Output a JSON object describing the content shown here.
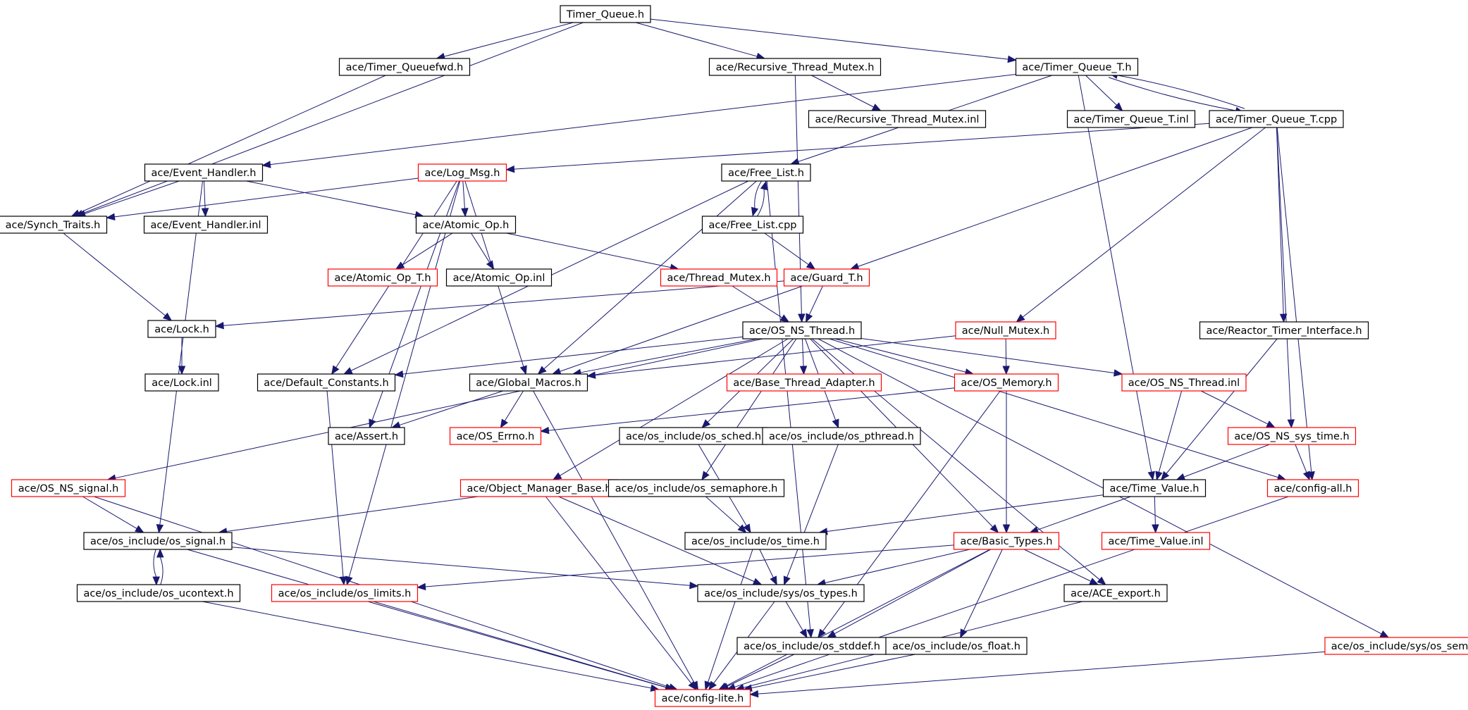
{
  "colors": {
    "edge": "#191970",
    "border_default": "#000000",
    "border_incomplete": "#ff0000",
    "root_fill": "#bfbfbf",
    "node_fill": "#ffffff"
  },
  "nodes": [
    {
      "id": "timer_queue_h",
      "label": "Timer_Queue.h",
      "root": true
    },
    {
      "id": "timer_queuefwd_h",
      "label": "ace/Timer_Queuefwd.h"
    },
    {
      "id": "recursive_thread_mutex_h",
      "label": "ace/Recursive_Thread_Mutex.h"
    },
    {
      "id": "timer_queue_t_h",
      "label": "ace/Timer_Queue_T.h"
    },
    {
      "id": "recursive_thread_mutex_inl",
      "label": "ace/Recursive_Thread_Mutex.inl"
    },
    {
      "id": "timer_queue_t_inl",
      "label": "ace/Timer_Queue_T.inl"
    },
    {
      "id": "timer_queue_t_cpp",
      "label": "ace/Timer_Queue_T.cpp"
    },
    {
      "id": "event_handler_h",
      "label": "ace/Event_Handler.h"
    },
    {
      "id": "log_msg_h",
      "label": "ace/Log_Msg.h",
      "incomplete": true
    },
    {
      "id": "free_list_h",
      "label": "ace/Free_List.h"
    },
    {
      "id": "synch_traits_h",
      "label": "ace/Synch_Traits.h"
    },
    {
      "id": "event_handler_inl",
      "label": "ace/Event_Handler.inl"
    },
    {
      "id": "atomic_op_h",
      "label": "ace/Atomic_Op.h"
    },
    {
      "id": "free_list_cpp",
      "label": "ace/Free_List.cpp"
    },
    {
      "id": "atomic_op_t_h",
      "label": "ace/Atomic_Op_T.h",
      "incomplete": true
    },
    {
      "id": "atomic_op_inl",
      "label": "ace/Atomic_Op.inl"
    },
    {
      "id": "thread_mutex_h",
      "label": "ace/Thread_Mutex.h",
      "incomplete": true
    },
    {
      "id": "guard_t_h",
      "label": "ace/Guard_T.h",
      "incomplete": true
    },
    {
      "id": "lock_h",
      "label": "ace/Lock.h"
    },
    {
      "id": "os_ns_thread_h",
      "label": "ace/OS_NS_Thread.h"
    },
    {
      "id": "null_mutex_h",
      "label": "ace/Null_Mutex.h",
      "incomplete": true
    },
    {
      "id": "reactor_timer_interface_h",
      "label": "ace/Reactor_Timer_Interface.h"
    },
    {
      "id": "lock_inl",
      "label": "ace/Lock.inl"
    },
    {
      "id": "default_constants_h",
      "label": "ace/Default_Constants.h"
    },
    {
      "id": "global_macros_h",
      "label": "ace/Global_Macros.h"
    },
    {
      "id": "base_thread_adapter_h",
      "label": "ace/Base_Thread_Adapter.h",
      "incomplete": true
    },
    {
      "id": "os_memory_h",
      "label": "ace/OS_Memory.h",
      "incomplete": true
    },
    {
      "id": "os_ns_thread_inl",
      "label": "ace/OS_NS_Thread.inl",
      "incomplete": true
    },
    {
      "id": "assert_h",
      "label": "ace/Assert.h"
    },
    {
      "id": "os_errno_h",
      "label": "ace/OS_Errno.h",
      "incomplete": true
    },
    {
      "id": "os_sched_h",
      "label": "ace/os_include/os_sched.h"
    },
    {
      "id": "os_pthread_h",
      "label": "ace/os_include/os_pthread.h"
    },
    {
      "id": "os_ns_sys_time_h",
      "label": "ace/OS_NS_sys_time.h",
      "incomplete": true
    },
    {
      "id": "os_ns_signal_h",
      "label": "ace/OS_NS_signal.h",
      "incomplete": true
    },
    {
      "id": "object_manager_base_h",
      "label": "ace/Object_Manager_Base.h",
      "incomplete": true
    },
    {
      "id": "os_semaphore_h",
      "label": "ace/os_include/os_semaphore.h"
    },
    {
      "id": "time_value_h",
      "label": "ace/Time_Value.h"
    },
    {
      "id": "config_all_h",
      "label": "ace/config-all.h",
      "incomplete": true
    },
    {
      "id": "os_signal_h",
      "label": "ace/os_include/os_signal.h"
    },
    {
      "id": "os_time_h",
      "label": "ace/os_include/os_time.h"
    },
    {
      "id": "basic_types_h",
      "label": "ace/Basic_Types.h",
      "incomplete": true
    },
    {
      "id": "time_value_inl",
      "label": "ace/Time_Value.inl",
      "incomplete": true
    },
    {
      "id": "os_ucontext_h",
      "label": "ace/os_include/os_ucontext.h"
    },
    {
      "id": "os_limits_h",
      "label": "ace/os_include/os_limits.h",
      "incomplete": true
    },
    {
      "id": "sys_os_types_h",
      "label": "ace/os_include/sys/os_types.h"
    },
    {
      "id": "ace_export_h",
      "label": "ace/ACE_export.h"
    },
    {
      "id": "os_stddef_h",
      "label": "ace/os_include/os_stddef.h"
    },
    {
      "id": "os_float_h",
      "label": "ace/os_include/os_float.h"
    },
    {
      "id": "sys_os_sem_h",
      "label": "ace/os_include/sys/os_sem.h",
      "incomplete": true
    },
    {
      "id": "config_lite_h",
      "label": "ace/config-lite.h",
      "incomplete": true
    }
  ],
  "edges": [
    [
      "timer_queue_h",
      "timer_queuefwd_h"
    ],
    [
      "timer_queue_h",
      "recursive_thread_mutex_h"
    ],
    [
      "timer_queue_h",
      "timer_queue_t_h"
    ],
    [
      "timer_queue_h",
      "synch_traits_h"
    ],
    [
      "timer_queuefwd_h",
      "synch_traits_h"
    ],
    [
      "recursive_thread_mutex_h",
      "recursive_thread_mutex_inl"
    ],
    [
      "recursive_thread_mutex_h",
      "os_ns_thread_h"
    ],
    [
      "timer_queue_t_h",
      "timer_queue_t_inl"
    ],
    [
      "timer_queue_t_h",
      "timer_queue_t_cpp"
    ],
    [
      "timer_queue_t_h",
      "event_handler_h"
    ],
    [
      "timer_queue_t_h",
      "free_list_h"
    ],
    [
      "timer_queue_t_h",
      "time_value_h"
    ],
    [
      "timer_queue_t_cpp",
      "timer_queue_t_h"
    ],
    [
      "timer_queue_t_cpp",
      "log_msg_h"
    ],
    [
      "timer_queue_t_cpp",
      "guard_t_h"
    ],
    [
      "timer_queue_t_cpp",
      "null_mutex_h"
    ],
    [
      "timer_queue_t_cpp",
      "reactor_timer_interface_h"
    ],
    [
      "timer_queue_t_cpp",
      "os_ns_sys_time_h"
    ],
    [
      "timer_queue_t_cpp",
      "config_all_h"
    ],
    [
      "event_handler_h",
      "synch_traits_h"
    ],
    [
      "event_handler_h",
      "event_handler_inl"
    ],
    [
      "event_handler_h",
      "atomic_op_h"
    ],
    [
      "event_handler_h",
      "os_signal_h"
    ],
    [
      "log_msg_h",
      "synch_traits_h"
    ],
    [
      "log_msg_h",
      "atomic_op_h"
    ],
    [
      "log_msg_h",
      "global_macros_h"
    ],
    [
      "log_msg_h",
      "default_constants_h"
    ],
    [
      "log_msg_h",
      "assert_h"
    ],
    [
      "log_msg_h",
      "os_limits_h"
    ],
    [
      "free_list_h",
      "free_list_cpp"
    ],
    [
      "free_list_h",
      "global_macros_h"
    ],
    [
      "free_list_h",
      "default_constants_h"
    ],
    [
      "free_list_h",
      "os_stddef_h"
    ],
    [
      "free_list_cpp",
      "free_list_h"
    ],
    [
      "free_list_cpp",
      "guard_t_h"
    ],
    [
      "synch_traits_h",
      "lock_h"
    ],
    [
      "atomic_op_h",
      "atomic_op_t_h"
    ],
    [
      "atomic_op_h",
      "atomic_op_inl"
    ],
    [
      "atomic_op_h",
      "thread_mutex_h"
    ],
    [
      "thread_mutex_h",
      "os_ns_thread_h"
    ],
    [
      "guard_t_h",
      "lock_h"
    ],
    [
      "guard_t_h",
      "os_ns_thread_h"
    ],
    [
      "guard_t_h",
      "global_macros_h"
    ],
    [
      "lock_h",
      "lock_inl"
    ],
    [
      "os_ns_thread_h",
      "default_constants_h"
    ],
    [
      "os_ns_thread_h",
      "global_macros_h"
    ],
    [
      "os_ns_thread_h",
      "base_thread_adapter_h"
    ],
    [
      "os_ns_thread_h",
      "os_memory_h"
    ],
    [
      "os_ns_thread_h",
      "os_ns_thread_inl"
    ],
    [
      "os_ns_thread_h",
      "os_ns_signal_h"
    ],
    [
      "os_ns_thread_h",
      "object_manager_base_h"
    ],
    [
      "os_ns_thread_h",
      "os_sched_h"
    ],
    [
      "os_ns_thread_h",
      "os_semaphore_h"
    ],
    [
      "os_ns_thread_h",
      "os_pthread_h"
    ],
    [
      "os_ns_thread_h",
      "basic_types_h"
    ],
    [
      "os_ns_thread_h",
      "ace_export_h"
    ],
    [
      "os_ns_thread_h",
      "config_all_h"
    ],
    [
      "os_ns_thread_h",
      "sys_os_sem_h"
    ],
    [
      "null_mutex_h",
      "global_macros_h"
    ],
    [
      "null_mutex_h",
      "os_memory_h"
    ],
    [
      "reactor_timer_interface_h",
      "time_value_h"
    ],
    [
      "default_constants_h",
      "os_limits_h"
    ],
    [
      "global_macros_h",
      "assert_h"
    ],
    [
      "global_macros_h",
      "os_errno_h"
    ],
    [
      "global_macros_h",
      "config_lite_h"
    ],
    [
      "os_memory_h",
      "os_errno_h"
    ],
    [
      "os_memory_h",
      "basic_types_h"
    ],
    [
      "os_memory_h",
      "os_stddef_h"
    ],
    [
      "os_ns_thread_inl",
      "os_ns_sys_time_h"
    ],
    [
      "os_ns_thread_inl",
      "time_value_h"
    ],
    [
      "os_sched_h",
      "os_time_h"
    ],
    [
      "os_pthread_h",
      "sys_os_types_h"
    ],
    [
      "os_ns_sys_time_h",
      "time_value_h"
    ],
    [
      "os_ns_sys_time_h",
      "config_all_h"
    ],
    [
      "os_ns_signal_h",
      "os_signal_h"
    ],
    [
      "os_ns_signal_h",
      "config_lite_h"
    ],
    [
      "object_manager_base_h",
      "os_signal_h"
    ],
    [
      "object_manager_base_h",
      "sys_os_types_h"
    ],
    [
      "object_manager_base_h",
      "config_lite_h"
    ],
    [
      "os_semaphore_h",
      "os_time_h"
    ],
    [
      "time_value_h",
      "time_value_inl"
    ],
    [
      "time_value_h",
      "basic_types_h"
    ],
    [
      "time_value_h",
      "os_time_h"
    ],
    [
      "config_all_h",
      "config_lite_h"
    ],
    [
      "os_signal_h",
      "os_ucontext_h"
    ],
    [
      "os_signal_h",
      "sys_os_types_h"
    ],
    [
      "os_signal_h",
      "config_lite_h"
    ],
    [
      "os_ucontext_h",
      "os_signal_h"
    ],
    [
      "os_ucontext_h",
      "config_lite_h"
    ],
    [
      "os_time_h",
      "sys_os_types_h"
    ],
    [
      "os_time_h",
      "config_lite_h"
    ],
    [
      "basic_types_h",
      "os_limits_h"
    ],
    [
      "basic_types_h",
      "sys_os_types_h"
    ],
    [
      "basic_types_h",
      "ace_export_h"
    ],
    [
      "basic_types_h",
      "os_stddef_h"
    ],
    [
      "basic_types_h",
      "os_float_h"
    ],
    [
      "basic_types_h",
      "config_lite_h"
    ],
    [
      "os_limits_h",
      "config_lite_h"
    ],
    [
      "sys_os_types_h",
      "os_stddef_h"
    ],
    [
      "sys_os_types_h",
      "config_lite_h"
    ],
    [
      "ace_export_h",
      "config_lite_h"
    ],
    [
      "os_stddef_h",
      "config_lite_h"
    ],
    [
      "os_float_h",
      "config_lite_h"
    ],
    [
      "sys_os_sem_h",
      "config_lite_h"
    ]
  ]
}
